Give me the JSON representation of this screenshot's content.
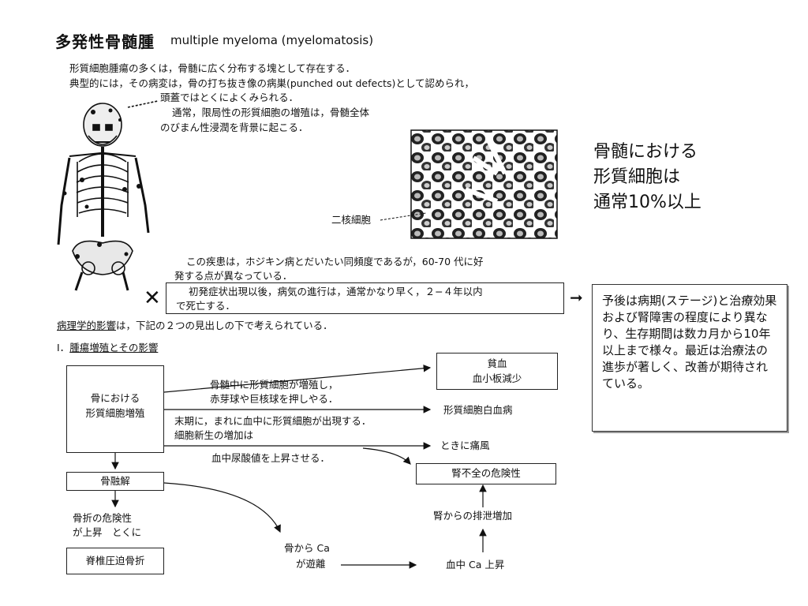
{
  "title": {
    "jp": "多発性骨髄腫",
    "en": "multiple myeloma (myelomatosis)"
  },
  "intro": [
    "形質細胞腫瘍の多くは，骨髄に広く分布する塊として存在する．",
    "典型的には，その病変は，骨の打ち抜き像の病巣(punched out defects)として認められ，",
    "頭蓋ではとくによくみられる．",
    "通常，限局性の形質細胞の増殖は，骨髄全体",
    "のびまん性浸潤を背景に起こる．"
  ],
  "micro_label": "二核細胞",
  "right_note": [
    "骨髄における",
    "形質細胞は",
    "通常10%以上"
  ],
  "disease_text": [
    "この疾患は，ホジキン病とだいたい同頻度であるが，60-70 代に好",
    "発する点が異なっている．"
  ],
  "boxed_text": [
    "初発症状出現以後，病気の進行は，通常かなり早く，２−４年以内",
    "で死亡する．"
  ],
  "x_mark": "✕",
  "arrow_glyph": "➞",
  "prognosis": "予後は病期(ステージ)と治療効果および腎障害の程度により異なり、生存期間は数カ月から10年以上まで様々。最近は治療法の進歩が著しく、改善が期待されている。",
  "pathology_line": {
    "underlined": "病理学的影響",
    "rest": "は，下記の２つの見出しの下で考えられている．"
  },
  "section_heading": {
    "number": "Ⅰ．",
    "text": "腫瘍増殖とその影響"
  },
  "flow": {
    "bone_box": [
      "骨における",
      "形質細胞増殖"
    ],
    "marrow_text": [
      "骨髄中に形質細胞が増殖し，",
      "赤芽球や巨核球を押しやる．"
    ],
    "anemia_box": [
      "貧血",
      "血小板減少"
    ],
    "late_text": "末期に，まれに血中に形質細胞が出現する．",
    "leukemia": "形質細胞白血病",
    "cell_text": "細胞新生の増加は",
    "gout": "ときに痛風",
    "uric_text": "血中尿酸値を上昇させる．",
    "renal_box": "腎不全の危険性",
    "osteolysis_box": "骨融解",
    "fracture_risk": [
      "骨折の危険性",
      "が上昇　とくに"
    ],
    "vertebral_box": "脊椎圧迫骨折",
    "ca_release": [
      "骨から Ca",
      "が遊離"
    ],
    "blood_ca": "血中 Ca 上昇",
    "renal_excretion": "腎からの排泄増加"
  }
}
